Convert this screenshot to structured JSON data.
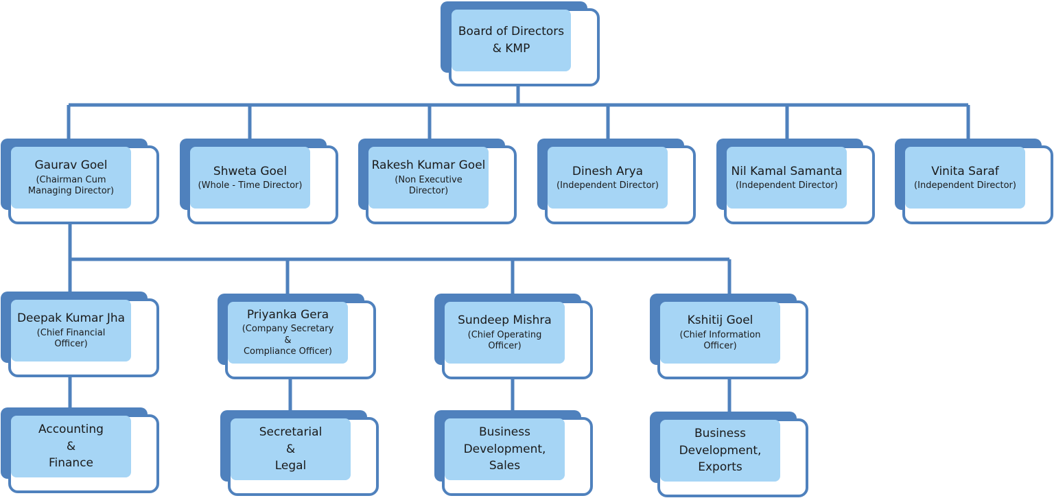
{
  "top": {
    "name": "Board of Directors",
    "sub": "& KMP"
  },
  "directors": [
    {
      "name": "Gaurav Goel",
      "role1": "(Chairman Cum",
      "role2": "Managing Director)"
    },
    {
      "name": "Shweta Goel",
      "role1": "(Whole - Time Director)",
      "role2": ""
    },
    {
      "name": "Rakesh Kumar Goel",
      "role1": "(Non Executive",
      "role2": "Director)"
    },
    {
      "name": "Dinesh Arya",
      "role1": "(Independent Director)",
      "role2": ""
    },
    {
      "name": "Nil Kamal Samanta",
      "role1": "(Independent Director)",
      "role2": ""
    },
    {
      "name": "Vinita Saraf",
      "role1": "(Independent Director)",
      "role2": ""
    }
  ],
  "officers": [
    {
      "name": "Deepak Kumar Jha",
      "role1": "(Chief Financial",
      "role2": "Officer)",
      "role3": ""
    },
    {
      "name": "Priyanka Gera",
      "role1": "(Company Secretary",
      "role2": "&",
      "role3": "Compliance Officer)"
    },
    {
      "name": "Sundeep Mishra",
      "role1": "(Chief Operating",
      "role2": "Officer)",
      "role3": ""
    },
    {
      "name": "Kshitij Goel",
      "role1": "(Chief Information",
      "role2": "Officer)",
      "role3": ""
    }
  ],
  "departments": [
    {
      "l1": "Accounting",
      "l2": "&",
      "l3": "Finance"
    },
    {
      "l1": "Secretarial",
      "l2": "&",
      "l3": "Legal"
    },
    {
      "l1": "Business",
      "l2": "Development,",
      "l3": "Sales"
    },
    {
      "l1": "Business",
      "l2": "Development,",
      "l3": "Exports"
    }
  ],
  "colors": {
    "border": "#4f81bd",
    "fill": "#a6d5f5"
  }
}
